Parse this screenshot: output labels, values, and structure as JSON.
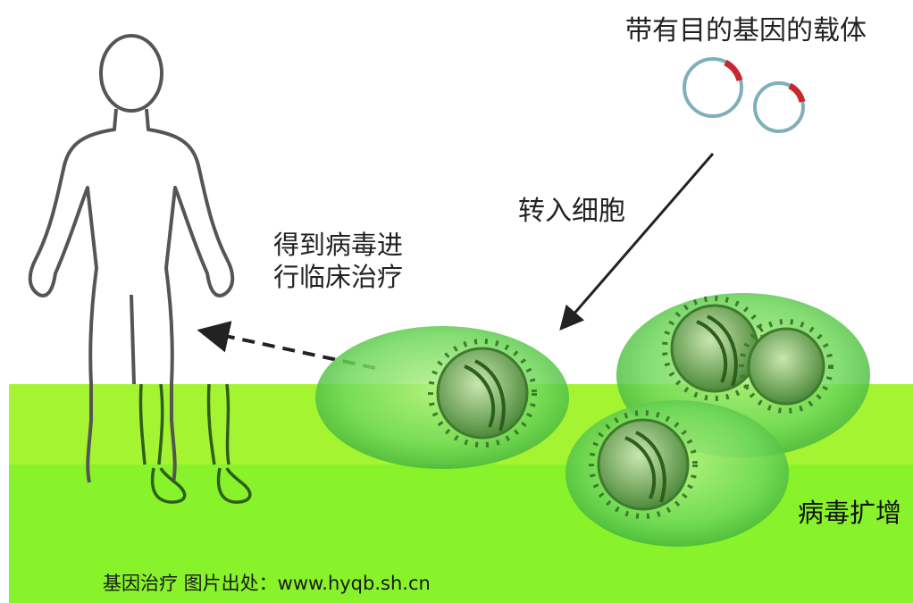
{
  "labels": {
    "vector": "带有目的基因的载体",
    "transfer": "转入细胞",
    "treat_line1": "得到病毒进",
    "treat_line2": "行临床治疗",
    "amplify": "病毒扩增"
  },
  "caption": "基因治疗 图片出处：www.hyqb.sh.cn",
  "colors": {
    "band_upper": "#a4f431",
    "band_lower": "#88f22b",
    "cell_fill": "#6fd85a",
    "virus": "#4d8a3a",
    "plasmid_ring": "#7fb0b8",
    "plasmid_gene": "#c8282d"
  }
}
